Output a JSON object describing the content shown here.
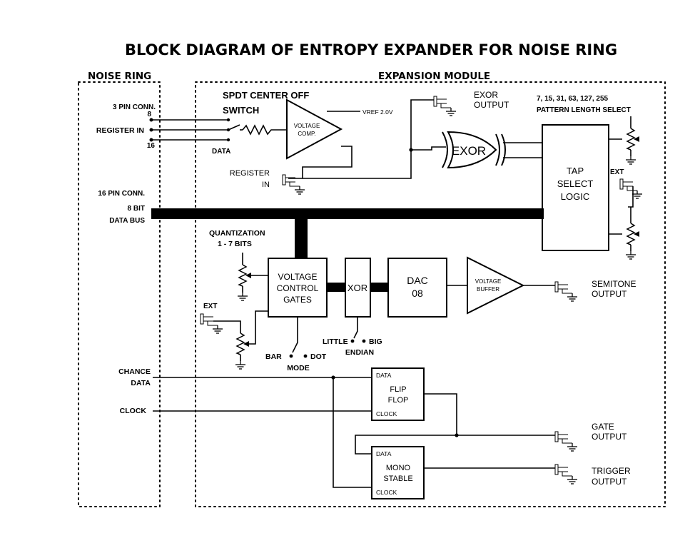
{
  "title": "BLOCK DIAGRAM OF ENTROPY EXPANDER FOR NOISE RING",
  "regions": {
    "noise_ring": "NOISE RING",
    "expansion_module": "EXPANSION MODULE"
  },
  "labels": {
    "three_pin_conn": "3 PIN CONN.",
    "pin_8": "8",
    "register_in": "REGISTER IN",
    "pin_16": "16",
    "data": "DATA",
    "sixteen_pin_conn": "16 PIN CONN.",
    "eight_bit": "8 BIT",
    "data_bus": "DATA BUS",
    "spdt_line1": "SPDT CENTER OFF",
    "spdt_line2": "SWITCH",
    "vref": "VREF 2.0V",
    "register_in_jack_line1": "REGISTER",
    "register_in_jack_line2": "IN",
    "exor_output_line1": "EXOR",
    "exor_output_line2": "OUTPUT",
    "pattern_line1": "7, 15, 31, 63, 127, 255",
    "pattern_line2": "PATTERN LENGTH SELECT",
    "ext_top": "EXT",
    "quant_line1": "QUANTIZATION",
    "quant_line2": "1 - 7 BITS",
    "ext_left": "EXT",
    "bar": "BAR",
    "dot": "DOT",
    "mode": "MODE",
    "little": "LITTLE",
    "big": "BIG",
    "endian": "ENDIAN",
    "semitone_line1": "SEMITONE",
    "semitone_line2": "OUTPUT",
    "chance_line1": "CHANCE",
    "chance_line2": "DATA",
    "clock": "CLOCK",
    "gate_line1": "GATE",
    "gate_line2": "OUTPUT",
    "trigger_line1": "TRIGGER",
    "trigger_line2": "OUTPUT"
  },
  "blocks": {
    "voltage_comp_line1": "VOLTAGE",
    "voltage_comp_line2": "COMP.",
    "exor": "EXOR",
    "tap_line1": "TAP",
    "tap_line2": "SELECT",
    "tap_line3": "LOGIC",
    "vcg_line1": "VOLTAGE",
    "vcg_line2": "CONTROL",
    "vcg_line3": "GATES",
    "xor": "XOR",
    "dac_line1": "DAC",
    "dac_line2": "08",
    "vbuf_line1": "VOLTAGE",
    "vbuf_line2": "BUFFER",
    "ff_data": "DATA",
    "ff_line1": "FLIP",
    "ff_line2": "FLOP",
    "ff_clock": "CLOCK",
    "ms_data": "DATA",
    "ms_line1": "MONO",
    "ms_line2": "STABLE",
    "ms_clock": "CLOCK"
  }
}
